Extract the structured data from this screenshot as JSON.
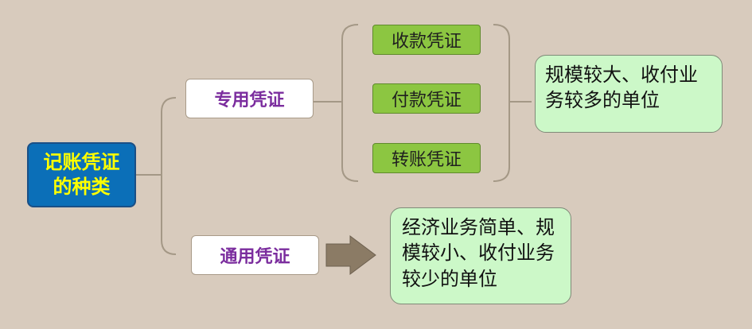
{
  "root": {
    "label": "记账凭证的种类"
  },
  "categories": [
    {
      "label": "专用凭证"
    },
    {
      "label": "通用凭证"
    }
  ],
  "special_vouchers": [
    {
      "label": "收款凭证"
    },
    {
      "label": "付款凭证"
    },
    {
      "label": "转账凭证"
    }
  ],
  "descriptions": {
    "special": "规模较大、收付业务较多的单位",
    "general": "经济业务简单、规模较小、收付业务较少的单位"
  },
  "colors": {
    "background": "#d8cbbd",
    "root_fill": "#0b6fb8",
    "root_text": "#ffff00",
    "category_text": "#7b2d9e",
    "voucher_fill": "#8cc641",
    "description_fill": "#ccf8c8",
    "arrow_fill": "#8b7b65"
  }
}
